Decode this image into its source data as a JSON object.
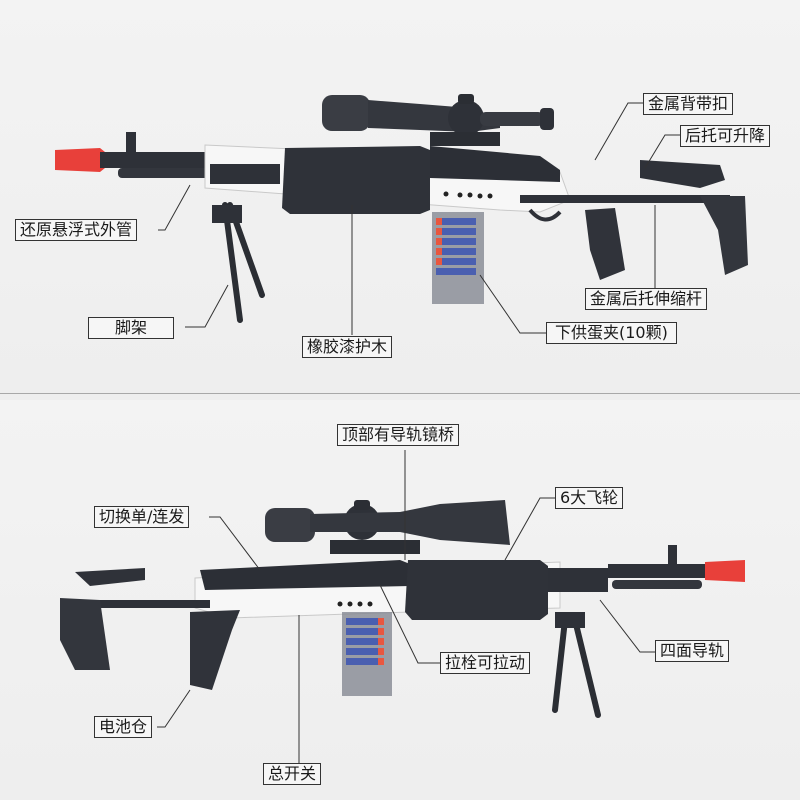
{
  "top_view": {
    "orientation": "muzzle-left",
    "callouts": [
      {
        "id": "sling-mount",
        "label": "金属背带扣"
      },
      {
        "id": "adjustable-cheek-rest",
        "label": "后托可升降"
      },
      {
        "id": "floating-barrel",
        "label": "还原悬浮式外管"
      },
      {
        "id": "bipod",
        "label": "脚架"
      },
      {
        "id": "rubber-handguard",
        "label": "橡胶漆护木"
      },
      {
        "id": "metal-stock-tube",
        "label": "金属后托伸缩杆"
      },
      {
        "id": "magazine",
        "label": "下供蛋夹(10颗)"
      }
    ]
  },
  "bottom_view": {
    "orientation": "muzzle-right",
    "callouts": [
      {
        "id": "scope-rail-mount",
        "label": "顶部有导轨镜桥"
      },
      {
        "id": "fire-mode-switch",
        "label": "切换单/连发"
      },
      {
        "id": "flywheels",
        "label": "6大飞轮"
      },
      {
        "id": "charging-handle",
        "label": "拉栓可拉动"
      },
      {
        "id": "quad-rail",
        "label": "四面导轨"
      },
      {
        "id": "battery-compartment",
        "label": "电池仓"
      },
      {
        "id": "main-switch",
        "label": "总开关"
      }
    ]
  },
  "colors": {
    "background": "#f1f1f1",
    "gun_dark": "#2e3138",
    "gun_white": "#f7f7f7",
    "muzzle_red": "#e8403a",
    "dart_blue": "#4a5fb0",
    "dart_tip": "#e9573f",
    "callout_border": "#333333",
    "divider": "#a8a8a8"
  }
}
